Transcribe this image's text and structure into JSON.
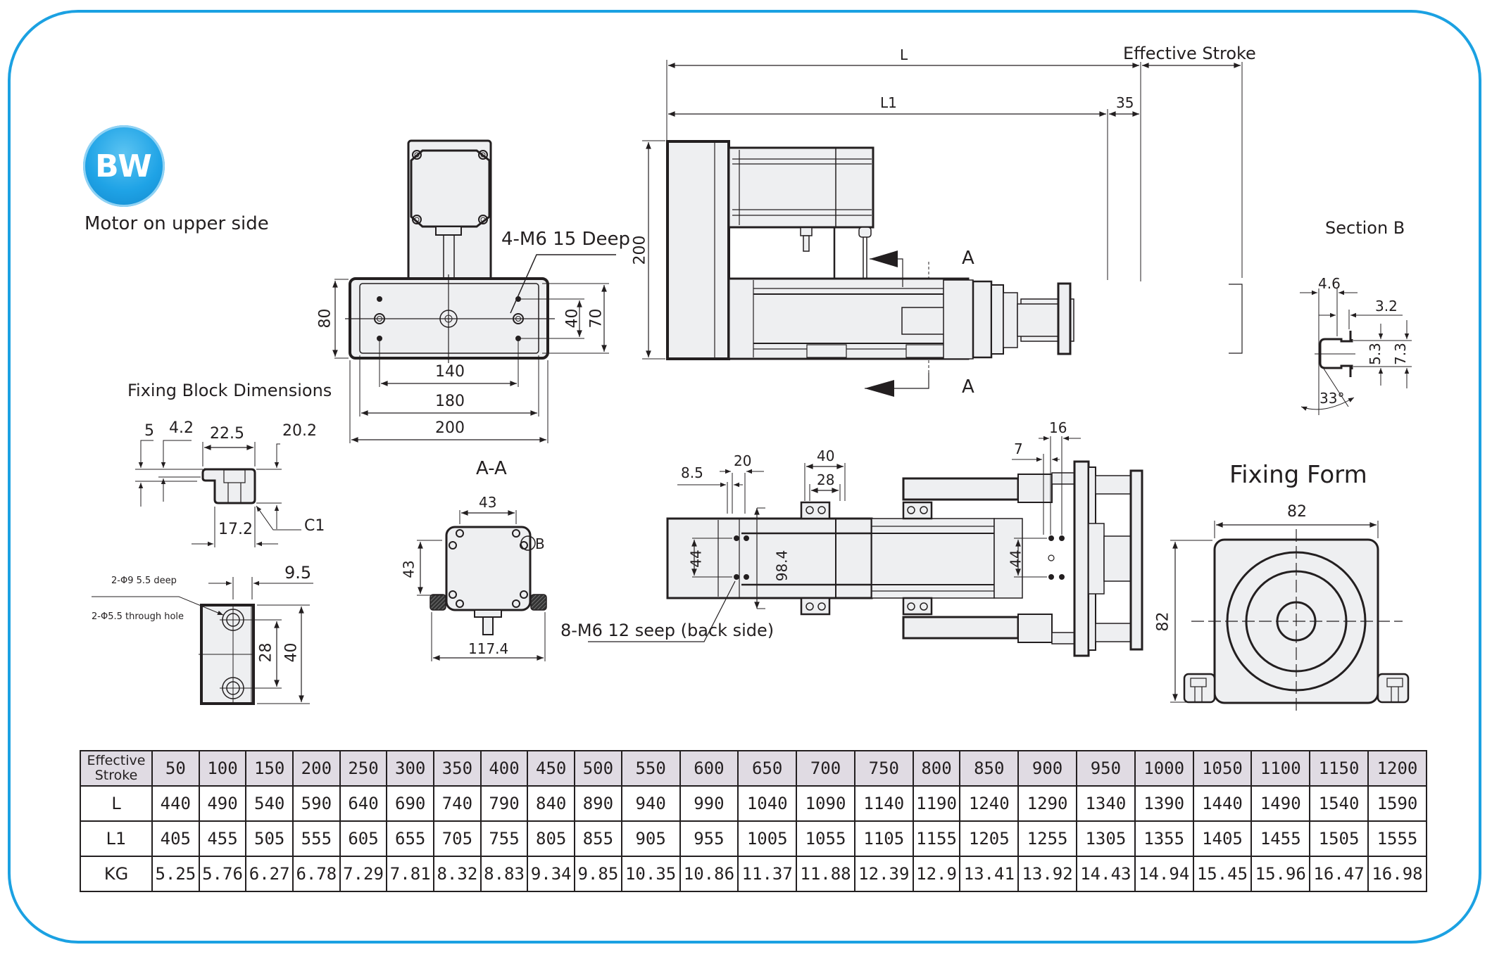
{
  "brand": {
    "logo_text": "BW",
    "color": "#1ba1e2"
  },
  "subtitle": "Motor on upper side",
  "section_titles": {
    "fixing_block": "Fixing Block Dimensions",
    "section_a": "A-A",
    "section_b": "Section B",
    "fixing_form": "Fixing Form"
  },
  "front_view": {
    "hole_note": "4-M6  15 Deep",
    "dims": {
      "height": "80",
      "inner_height": "40",
      "outer_height": "70",
      "hole_span": "140",
      "inner_width": "180",
      "width": "200"
    }
  },
  "side_view": {
    "dims": {
      "L": "L",
      "L1": "L1",
      "end": "35",
      "stroke": "Effective Stroke",
      "height": "200"
    },
    "section_marks": [
      "A",
      "A"
    ]
  },
  "fixing_block": {
    "dims": {
      "d5": "5",
      "d4_2": "4.2",
      "d22_5": "22.5",
      "d20_2": "20.2",
      "d17_2": "17.2",
      "chamfer": "C1",
      "d9_5": "9.5",
      "d28": "28",
      "d40": "40"
    },
    "notes": [
      "2-Φ9  5.5 deep",
      "2-Φ5.5 through hole"
    ]
  },
  "section_a_view": {
    "dims": {
      "width": "43",
      "height": "43",
      "overall": "117.4",
      "detail": "B"
    }
  },
  "section_b_view": {
    "dims": {
      "d4_6": "4.6",
      "d3_2": "3.2",
      "d5_3": "5.3",
      "d7_3": "7.3",
      "angle": "33°"
    }
  },
  "bottom_view": {
    "note": "8-M6  12 seep (back side)",
    "dims": {
      "d8_5": "8.5",
      "d20": "20",
      "d40": "40",
      "d28": "28",
      "d44_left": "44",
      "d98_4": "98.4",
      "d44_right": "44",
      "d7": "7",
      "d16": "16"
    }
  },
  "fixing_form_view": {
    "dims": {
      "width": "82",
      "height": "82"
    }
  },
  "spec_table": {
    "row_headers": [
      "Effective Stroke",
      "L",
      "L1",
      "KG"
    ],
    "stroke": [
      "50",
      "100",
      "150",
      "200",
      "250",
      "300",
      "350",
      "400",
      "450",
      "500",
      "550",
      "600",
      "650",
      "700",
      "750",
      "800",
      "850",
      "900",
      "950",
      "1000",
      "1050",
      "1100",
      "1150",
      "1200"
    ],
    "L": [
      "440",
      "490",
      "540",
      "590",
      "640",
      "690",
      "740",
      "790",
      "840",
      "890",
      "940",
      "990",
      "1040",
      "1090",
      "1140",
      "1190",
      "1240",
      "1290",
      "1340",
      "1390",
      "1440",
      "1490",
      "1540",
      "1590"
    ],
    "L1": [
      "405",
      "455",
      "505",
      "555",
      "605",
      "655",
      "705",
      "755",
      "805",
      "855",
      "905",
      "955",
      "1005",
      "1055",
      "1105",
      "1155",
      "1205",
      "1255",
      "1305",
      "1355",
      "1405",
      "1455",
      "1505",
      "1555"
    ],
    "KG": [
      "5.25",
      "5.76",
      "6.27",
      "6.78",
      "7.29",
      "7.81",
      "8.32",
      "8.83",
      "9.34",
      "9.85",
      "10.35",
      "10.86",
      "11.37",
      "11.88",
      "12.39",
      "12.9",
      "13.41",
      "13.92",
      "14.43",
      "14.94",
      "15.45",
      "15.96",
      "16.47",
      "16.98"
    ]
  },
  "colors": {
    "header_fill": "#e0dbe3",
    "part_fill": "#eeeff1",
    "line": "#231f20",
    "frame": "#1ba1e2"
  }
}
